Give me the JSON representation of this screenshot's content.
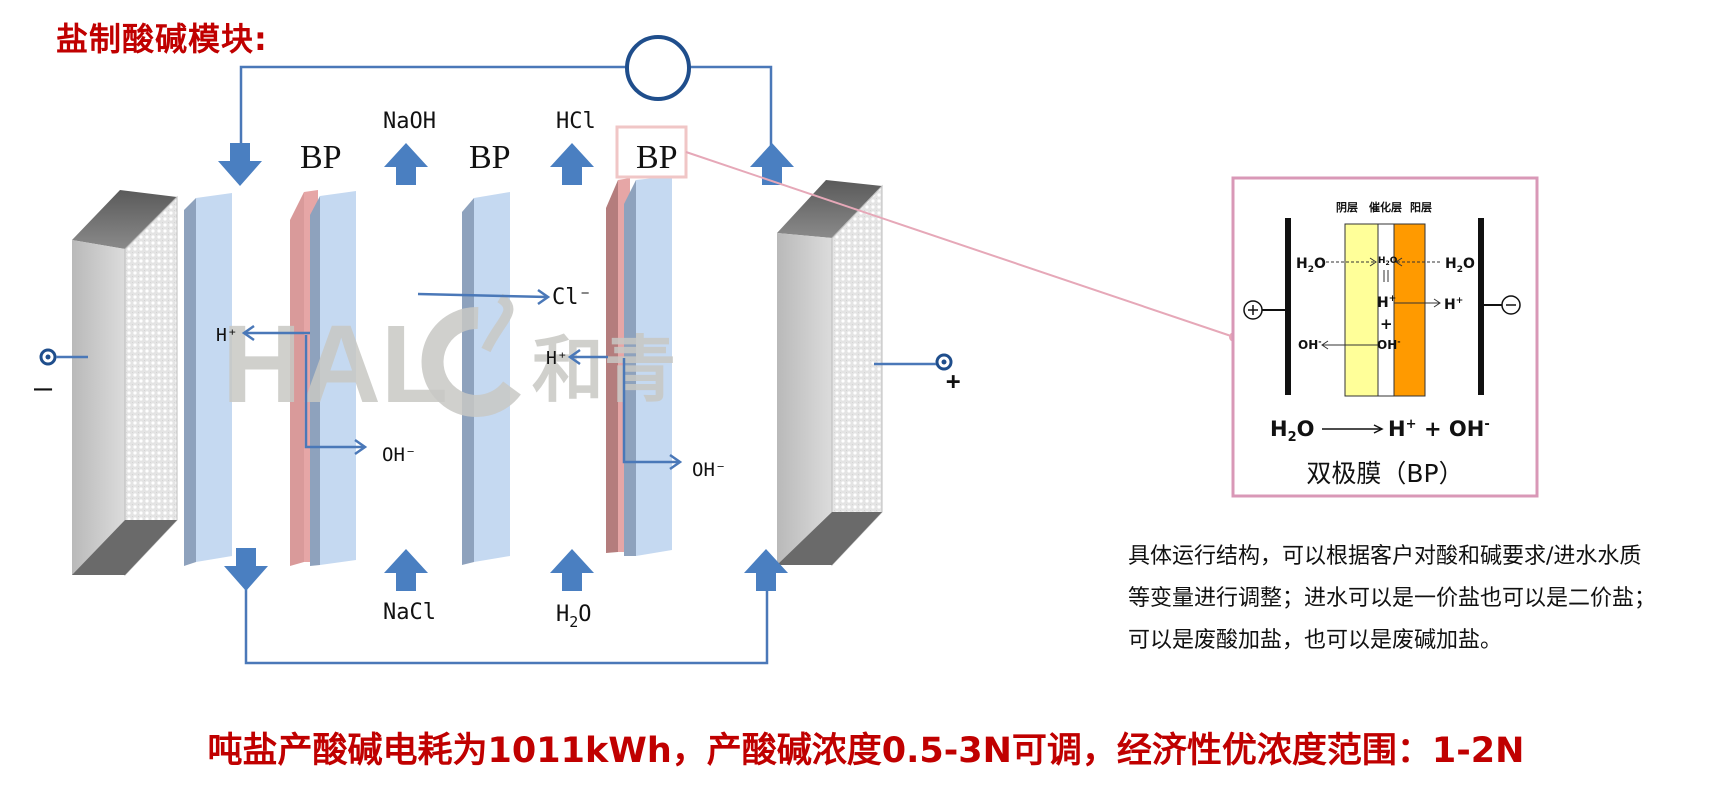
{
  "title": "盐制酸碱模块:",
  "labels": {
    "bp1": "BP",
    "bp2": "BP",
    "bp3": "BP",
    "naoh": "NaOH",
    "hcl": "HCl",
    "nacl": "NaCl",
    "h2o_bottom": "H",
    "h2o_bottom_sub": "2",
    "h2o_bottom_o": "O",
    "cl_ion": "Cl⁻",
    "h_ion_1": "H⁺",
    "h_ion_2": "H⁺",
    "oh_ion_1": "OH⁻",
    "oh_ion_2": "OH⁻",
    "minus": "–",
    "plus": "+"
  },
  "watermark": {
    "latin": "HAL",
    "chinese": "和青"
  },
  "inset": {
    "layer_left": "阴层",
    "layer_mid": "催化层",
    "layer_right": "阳层",
    "h2o_left": "H",
    "h2o_left_sub": "2",
    "h2o_left_o": "O",
    "h2o_right": "H",
    "h2o_right_sub": "2",
    "h2o_right_o": "O",
    "h2o_center": "H",
    "h2o_center_sub": "2",
    "h2o_center_o": "O",
    "hplus_center": "H",
    "hplus_center_sup": "+",
    "plus_center": "+",
    "oh_center": "OH",
    "oh_center_sup": "-",
    "hplus_right": "H",
    "hplus_right_sup": "+",
    "oh_left": "OH",
    "oh_left_sup": "-",
    "equation_h": "H",
    "equation_sub": "2",
    "equation_o": "O",
    "equation_hplus": "H",
    "equation_hplus_sup": "+",
    "equation_plus_oh": "+ OH",
    "equation_oh_sup": "-",
    "caption": "双极膜（BP）"
  },
  "description": [
    "具体运行结构，可以根据客户对酸和碱要求/进水水质",
    "等变量进行调整；进水可以是一价盐也可以是二价盐；",
    "可以是废酸加盐，也可以是废碱加盐。"
  ],
  "bottom_text": "吨盐产酸碱电耗为1011kWh，产酸碱浓度0.5-3N可调，经济性优浓度范围：1-2N",
  "colors": {
    "accent_red": "#c00000",
    "line_blue": "#4a78b8",
    "arrow_blue": "#4a7fc1",
    "membrane_blue": "#c5d9f1",
    "membrane_pink": "#e6a6a6",
    "callout_pink": "#d998b7",
    "inset_yellow": "#ffff99",
    "inset_orange": "#ff9a00"
  }
}
